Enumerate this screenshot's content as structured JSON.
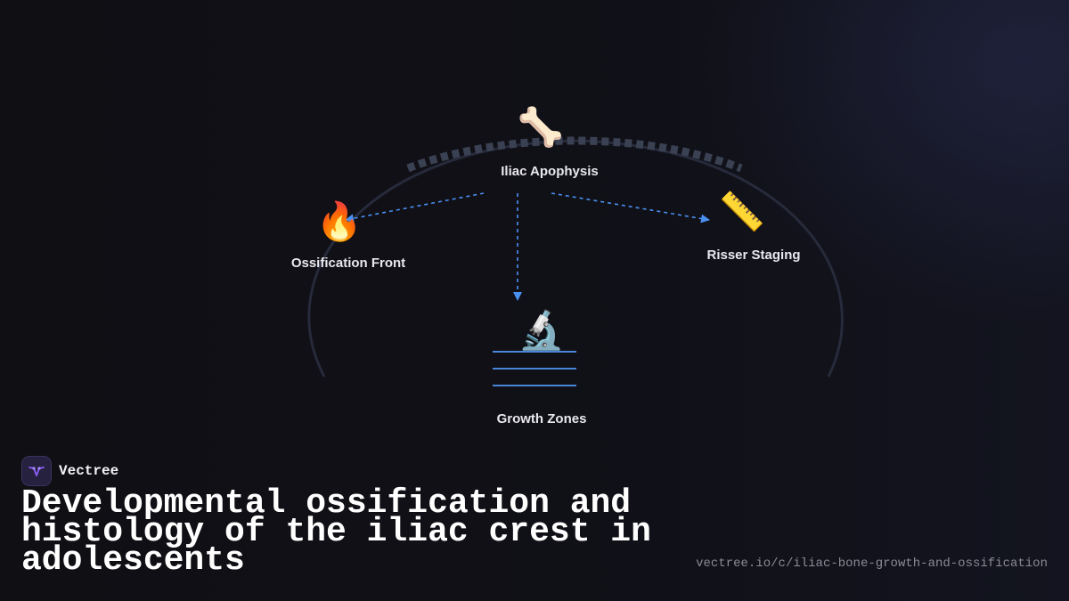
{
  "diagram": {
    "nodes": [
      {
        "id": "apophysis",
        "icon": "🦴",
        "icon_name": "bone-icon",
        "label": "Iliac Apophysis"
      },
      {
        "id": "ossification",
        "icon": "🔥",
        "icon_name": "fire-icon",
        "label": "Ossification Front"
      },
      {
        "id": "risser",
        "icon": "📏",
        "icon_name": "ruler-icon",
        "label": "Risser Staging"
      },
      {
        "id": "growth",
        "icon": "🔬",
        "icon_name": "microscope-icon",
        "label": "Growth Zones"
      }
    ],
    "edges": [
      {
        "from": "apophysis",
        "to": "ossification"
      },
      {
        "from": "apophysis",
        "to": "risser"
      },
      {
        "from": "apophysis",
        "to": "growth"
      }
    ],
    "colors": {
      "arrow": "#4a90f0",
      "arc": "#262a3a",
      "crest_dashes": "#3a4152",
      "growth_lines": "#4a86d8"
    }
  },
  "brand": {
    "name": "Vectree",
    "logo_icon": "vectree-logo-icon",
    "logo_color": "#8b5cf6"
  },
  "title": "Developmental ossification and histology of the iliac crest in adolescents",
  "url": "vectree.io/c/iliac-bone-growth-and-ossification"
}
